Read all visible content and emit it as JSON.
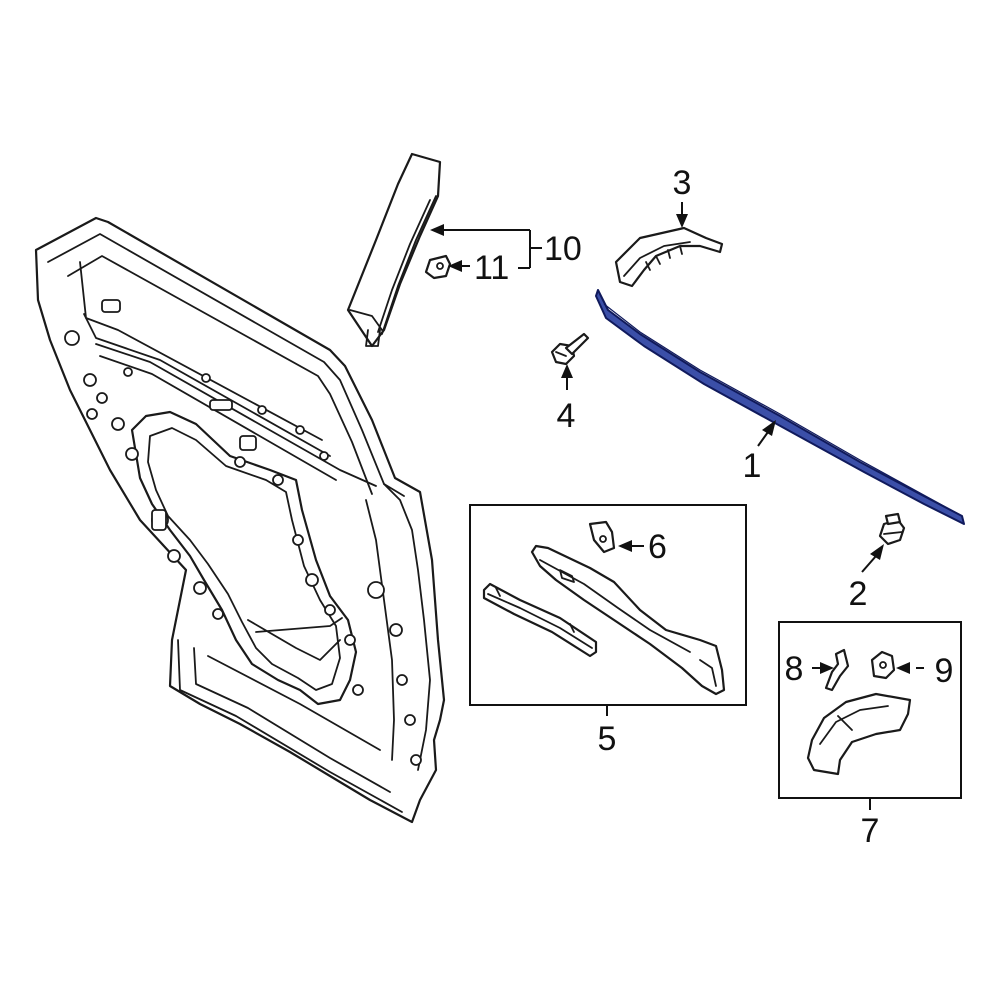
{
  "callouts": {
    "c1": "1",
    "c2": "2",
    "c3": "3",
    "c4": "4",
    "c5": "5",
    "c6": "6",
    "c7": "7",
    "c8": "8",
    "c9": "9",
    "c10": "10",
    "c11": "11"
  },
  "colors": {
    "highlight_part": "#3b4fa8",
    "line_art": "#1a1a1a",
    "background": "#ffffff"
  }
}
